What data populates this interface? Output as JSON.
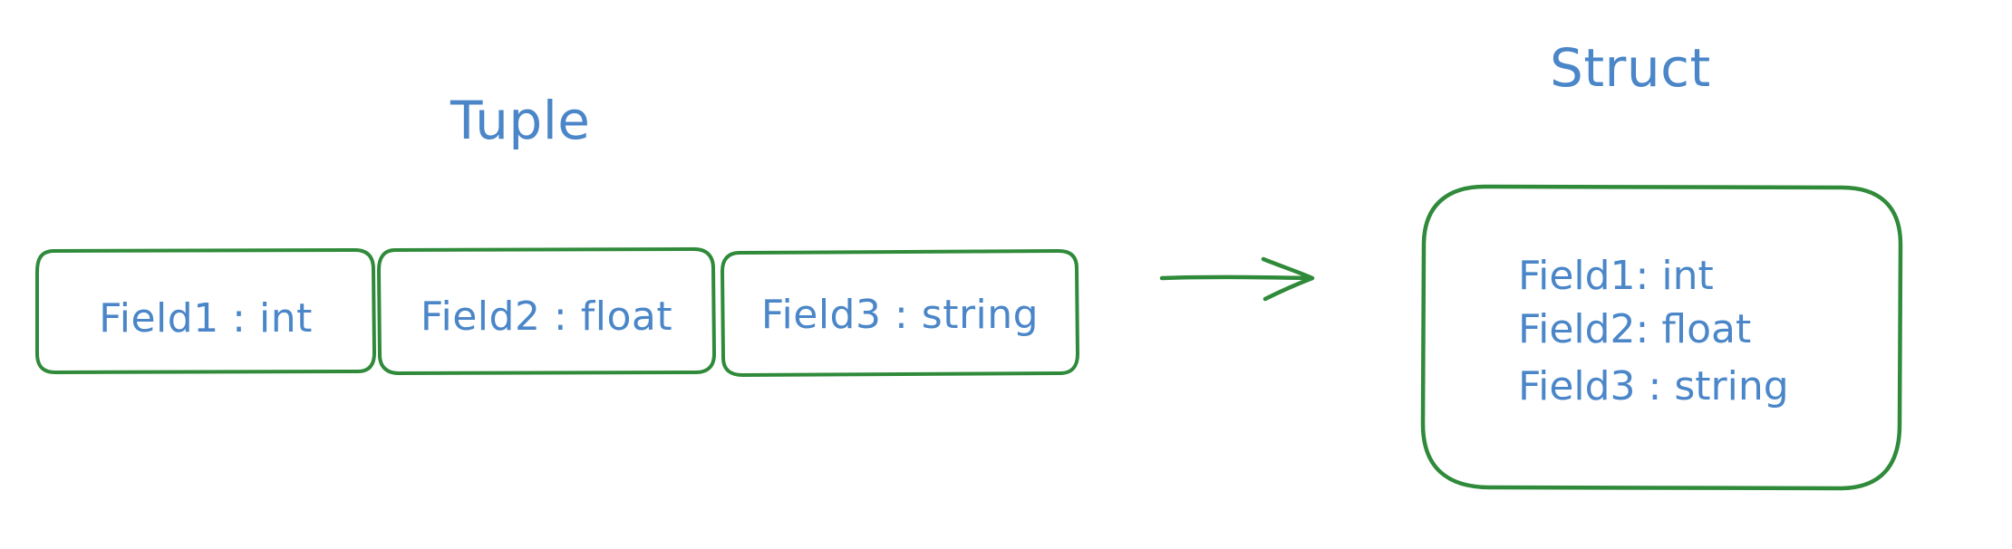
{
  "tuple": {
    "title": "Tuple",
    "fields": [
      "Field1 : int",
      "Field2 : float",
      "Field3 : string"
    ]
  },
  "struct": {
    "title": "Struct",
    "fields": [
      "Field1: int",
      "Field2: float",
      "Field3 : string"
    ]
  },
  "colors": {
    "text": "#4a86c8",
    "stroke": "#2f8a3a",
    "background": "#ffffff"
  },
  "icons": {
    "arrow": "right-arrow-icon"
  }
}
